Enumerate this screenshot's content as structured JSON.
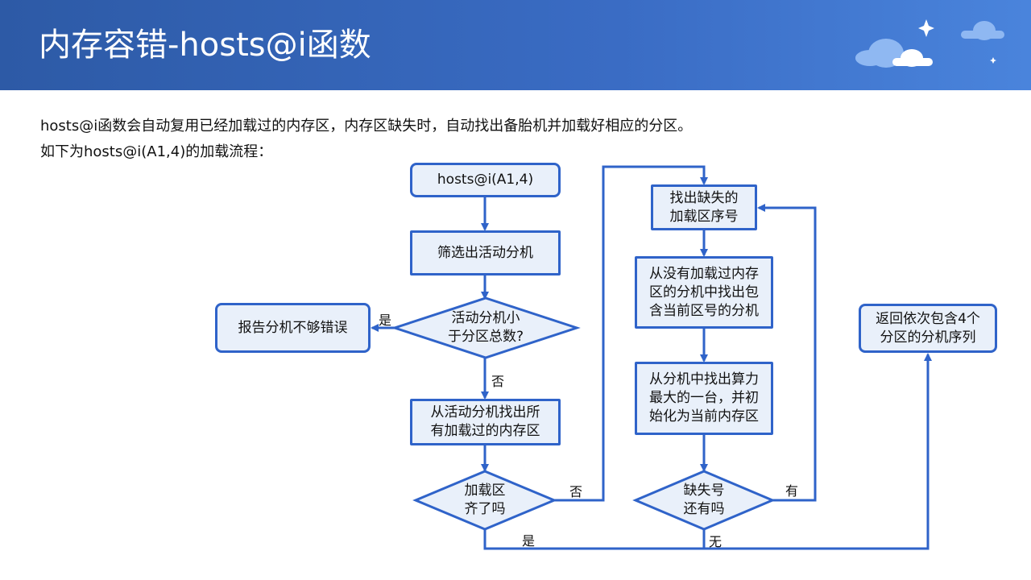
{
  "title": "内存容错-hosts@i函数",
  "intro": {
    "line1": "hosts@i函数会自动复用已经加载过的内存区，内存区缺失时，自动找出备胎机并加载好相应的分区。",
    "line2": "如下为hosts@i(A1,4)的加载流程："
  },
  "nodes": {
    "start": "hosts@i(A1,4)",
    "filter": "筛选出活动分机",
    "check_less_1": "活动分机小",
    "check_less_2": "于分区总数?",
    "report": "报告分机不够错误",
    "find_loaded_1": "从活动分机找出所",
    "find_loaded_2": "有加载过的内存区",
    "all_loaded_1": "加载区",
    "all_loaded_2": "齐了吗",
    "find_missing_1": "找出缺失的",
    "find_missing_2": "加载区序号",
    "find_unloaded_1": "从没有加载过内存",
    "find_unloaded_2": "区的分机中找出包",
    "find_unloaded_3": "含当前区号的分机",
    "pick_max_1": "从分机中找出算力",
    "pick_max_2": "最大的一台，并初",
    "pick_max_3": "始化为当前内存区",
    "has_missing_1": "缺失号",
    "has_missing_2": "还有吗",
    "return_1": "返回依次包含4个",
    "return_2": "分区的分机序列"
  },
  "edge_labels": {
    "yes_report": "是",
    "no_continue": "否",
    "no_missing": "否",
    "yes_all": "是",
    "has": "有",
    "none": "无"
  },
  "colors": {
    "header": "#2d5aa6",
    "box_fill": "#e9f0fa",
    "box_stroke": "#2f63c9",
    "arrow": "#2f63c9"
  }
}
